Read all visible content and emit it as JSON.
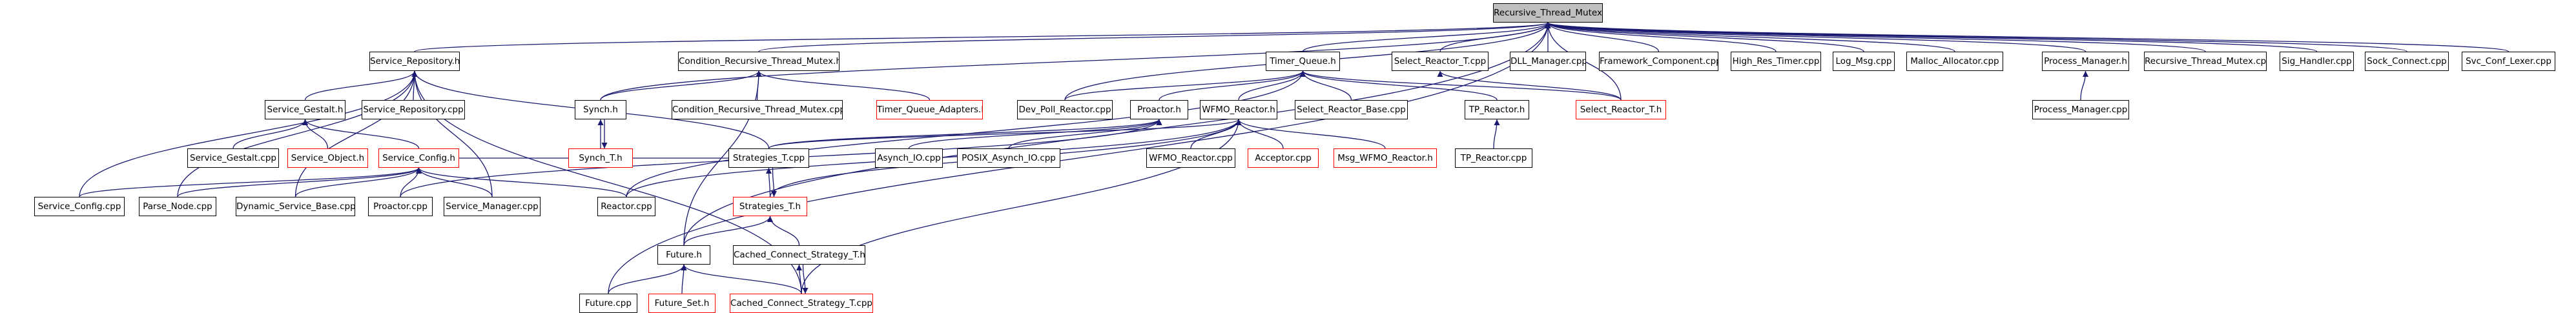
{
  "style": {
    "edge_color": "#191970",
    "node_border": "#000000",
    "missing_file_border": "#ff0000",
    "root_fill": "#bfbfbf"
  },
  "nodes": [
    {
      "id": "root",
      "label": "Recursive_Thread_Mutex.h",
      "kind": "root"
    },
    {
      "id": "service_repository_h",
      "label": "Service_Repository.h"
    },
    {
      "id": "cond_rec_mutex_h",
      "label": "Condition_Recursive_Thread_Mutex.h"
    },
    {
      "id": "timer_queue_h",
      "label": "Timer_Queue.h"
    },
    {
      "id": "select_reactor_t_cpp",
      "label": "Select_Reactor_T.cpp"
    },
    {
      "id": "dll_manager_cpp",
      "label": "DLL_Manager.cpp"
    },
    {
      "id": "framework_component_cpp",
      "label": "Framework_Component.cpp"
    },
    {
      "id": "high_res_timer_cpp",
      "label": "High_Res_Timer.cpp"
    },
    {
      "id": "log_msg_cpp",
      "label": "Log_Msg.cpp"
    },
    {
      "id": "malloc_allocator_cpp",
      "label": "Malloc_Allocator.cpp"
    },
    {
      "id": "process_manager_h",
      "label": "Process_Manager.h"
    },
    {
      "id": "recursive_thread_mutex_cpp",
      "label": "Recursive_Thread_Mutex.cpp"
    },
    {
      "id": "sig_handler_cpp",
      "label": "Sig_Handler.cpp"
    },
    {
      "id": "sock_connect_cpp",
      "label": "Sock_Connect.cpp"
    },
    {
      "id": "svc_conf_lexer_cpp",
      "label": "Svc_Conf_Lexer.cpp"
    },
    {
      "id": "synch_h",
      "label": "Synch.h"
    },
    {
      "id": "service_gestalt_h",
      "label": "Service_Gestalt.h"
    },
    {
      "id": "service_repository_cpp",
      "label": "Service_Repository.cpp"
    },
    {
      "id": "cond_rec_mutex_cpp",
      "label": "Condition_Recursive_Thread_Mutex.cpp"
    },
    {
      "id": "timer_queue_adapters_h",
      "label": "Timer_Queue_Adapters.h",
      "kind": "missing"
    },
    {
      "id": "dev_poll_reactor_cpp",
      "label": "Dev_Poll_Reactor.cpp"
    },
    {
      "id": "proactor_h",
      "label": "Proactor.h"
    },
    {
      "id": "wfmo_reactor_h",
      "label": "WFMO_Reactor.h"
    },
    {
      "id": "select_reactor_base_cpp",
      "label": "Select_Reactor_Base.cpp"
    },
    {
      "id": "tp_reactor_h",
      "label": "TP_Reactor.h"
    },
    {
      "id": "select_reactor_t_h",
      "label": "Select_Reactor_T.h",
      "kind": "missing"
    },
    {
      "id": "process_manager_cpp",
      "label": "Process_Manager.cpp"
    },
    {
      "id": "synch_t_h",
      "label": "Synch_T.h",
      "kind": "missing"
    },
    {
      "id": "service_gestalt_cpp",
      "label": "Service_Gestalt.cpp"
    },
    {
      "id": "service_object_h",
      "label": "Service_Object.h",
      "kind": "missing"
    },
    {
      "id": "service_config_h",
      "label": "Service_Config.h",
      "kind": "missing"
    },
    {
      "id": "strategies_t_cpp",
      "label": "Strategies_T.cpp"
    },
    {
      "id": "asynch_io_cpp",
      "label": "Asynch_IO.cpp"
    },
    {
      "id": "posix_asynch_io_cpp",
      "label": "POSIX_Asynch_IO.cpp"
    },
    {
      "id": "wfmo_reactor_cpp",
      "label": "WFMO_Reactor.cpp"
    },
    {
      "id": "acceptor_cpp",
      "label": "Acceptor.cpp",
      "kind": "missing"
    },
    {
      "id": "msg_wfmo_reactor_h",
      "label": "Msg_WFMO_Reactor.h",
      "kind": "missing"
    },
    {
      "id": "tp_reactor_cpp",
      "label": "TP_Reactor.cpp"
    },
    {
      "id": "service_config_cpp",
      "label": "Service_Config.cpp"
    },
    {
      "id": "parse_node_cpp",
      "label": "Parse_Node.cpp"
    },
    {
      "id": "dynamic_service_base_cpp",
      "label": "Dynamic_Service_Base.cpp"
    },
    {
      "id": "proactor_cpp",
      "label": "Proactor.cpp"
    },
    {
      "id": "service_manager_cpp",
      "label": "Service_Manager.cpp"
    },
    {
      "id": "reactor_cpp",
      "label": "Reactor.cpp"
    },
    {
      "id": "strategies_t_h",
      "label": "Strategies_T.h",
      "kind": "missing"
    },
    {
      "id": "future_h",
      "label": "Future.h"
    },
    {
      "id": "cached_connect_strategy_t_h",
      "label": "Cached_Connect_Strategy_T.h"
    },
    {
      "id": "future_cpp",
      "label": "Future.cpp"
    },
    {
      "id": "future_set_h",
      "label": "Future_Set.h",
      "kind": "missing"
    },
    {
      "id": "cached_connect_strategy_t_cpp",
      "label": "Cached_Connect_Strategy_T.cpp",
      "kind": "missing"
    }
  ],
  "edges": [
    [
      "service_repository_h",
      "root"
    ],
    [
      "cond_rec_mutex_h",
      "root"
    ],
    [
      "timer_queue_h",
      "root"
    ],
    [
      "select_reactor_t_cpp",
      "root"
    ],
    [
      "dll_manager_cpp",
      "root"
    ],
    [
      "framework_component_cpp",
      "root"
    ],
    [
      "high_res_timer_cpp",
      "root"
    ],
    [
      "log_msg_cpp",
      "root"
    ],
    [
      "malloc_allocator_cpp",
      "root"
    ],
    [
      "process_manager_h",
      "root"
    ],
    [
      "recursive_thread_mutex_cpp",
      "root"
    ],
    [
      "sig_handler_cpp",
      "root"
    ],
    [
      "sock_connect_cpp",
      "root"
    ],
    [
      "svc_conf_lexer_cpp",
      "root"
    ],
    [
      "synch_h",
      "root"
    ],
    [
      "dev_poll_reactor_cpp",
      "root"
    ],
    [
      "select_reactor_t_h",
      "root"
    ],
    [
      "future_h",
      "root"
    ],
    [
      "future_cpp",
      "root"
    ],
    [
      "service_gestalt_h",
      "service_repository_h"
    ],
    [
      "service_repository_cpp",
      "service_repository_h"
    ],
    [
      "service_config_cpp",
      "service_repository_h"
    ],
    [
      "parse_node_cpp",
      "service_repository_h"
    ],
    [
      "dynamic_service_base_cpp",
      "service_repository_h"
    ],
    [
      "service_manager_cpp",
      "service_repository_h"
    ],
    [
      "strategies_t_cpp",
      "service_repository_h"
    ],
    [
      "cached_connect_strategy_t_cpp",
      "service_repository_h"
    ],
    [
      "synch_h",
      "cond_rec_mutex_h"
    ],
    [
      "cond_rec_mutex_cpp",
      "cond_rec_mutex_h"
    ],
    [
      "timer_queue_adapters_h",
      "cond_rec_mutex_h"
    ],
    [
      "future_h",
      "cond_rec_mutex_h"
    ],
    [
      "dev_poll_reactor_cpp",
      "timer_queue_h"
    ],
    [
      "proactor_h",
      "timer_queue_h"
    ],
    [
      "wfmo_reactor_h",
      "timer_queue_h"
    ],
    [
      "select_reactor_base_cpp",
      "timer_queue_h"
    ],
    [
      "tp_reactor_h",
      "timer_queue_h"
    ],
    [
      "select_reactor_t_h",
      "timer_queue_h"
    ],
    [
      "reactor_cpp",
      "timer_queue_h"
    ],
    [
      "select_reactor_t_h",
      "select_reactor_t_cpp"
    ],
    [
      "process_manager_cpp",
      "process_manager_h"
    ],
    [
      "synch_t_h",
      "synch_h"
    ],
    [
      "synch_h",
      "synch_t_h"
    ],
    [
      "service_gestalt_cpp",
      "service_gestalt_h"
    ],
    [
      "service_object_h",
      "service_gestalt_h"
    ],
    [
      "service_config_h",
      "service_gestalt_h"
    ],
    [
      "service_config_cpp",
      "service_config_h"
    ],
    [
      "parse_node_cpp",
      "service_config_h"
    ],
    [
      "dynamic_service_base_cpp",
      "service_config_h"
    ],
    [
      "proactor_cpp",
      "service_config_h"
    ],
    [
      "service_manager_cpp",
      "service_config_h"
    ],
    [
      "reactor_cpp",
      "service_config_h"
    ],
    [
      "strategies_t_cpp",
      "service_config_h"
    ],
    [
      "proactor_cpp",
      "proactor_h"
    ],
    [
      "asynch_io_cpp",
      "proactor_h"
    ],
    [
      "posix_asynch_io_cpp",
      "proactor_h"
    ],
    [
      "strategies_t_cpp",
      "proactor_h"
    ],
    [
      "wfmo_reactor_cpp",
      "wfmo_reactor_h"
    ],
    [
      "acceptor_cpp",
      "wfmo_reactor_h"
    ],
    [
      "msg_wfmo_reactor_h",
      "wfmo_reactor_h"
    ],
    [
      "strategies_t_cpp",
      "wfmo_reactor_h"
    ],
    [
      "reactor_cpp",
      "wfmo_reactor_h"
    ],
    [
      "cached_connect_strategy_t_cpp",
      "wfmo_reactor_h"
    ],
    [
      "strategies_t_h",
      "wfmo_reactor_h"
    ],
    [
      "tp_reactor_cpp",
      "tp_reactor_h"
    ],
    [
      "strategies_t_h",
      "strategies_t_cpp"
    ],
    [
      "strategies_t_cpp",
      "strategies_t_h"
    ],
    [
      "future_h",
      "strategies_t_h"
    ],
    [
      "cached_connect_strategy_t_h",
      "strategies_t_h"
    ],
    [
      "future_cpp",
      "future_h"
    ],
    [
      "future_set_h",
      "future_h"
    ],
    [
      "cached_connect_strategy_t_cpp",
      "future_h"
    ],
    [
      "cached_connect_strategy_t_cpp",
      "cached_connect_strategy_t_h"
    ],
    [
      "cached_connect_strategy_t_h",
      "cached_connect_strategy_t_cpp"
    ]
  ]
}
